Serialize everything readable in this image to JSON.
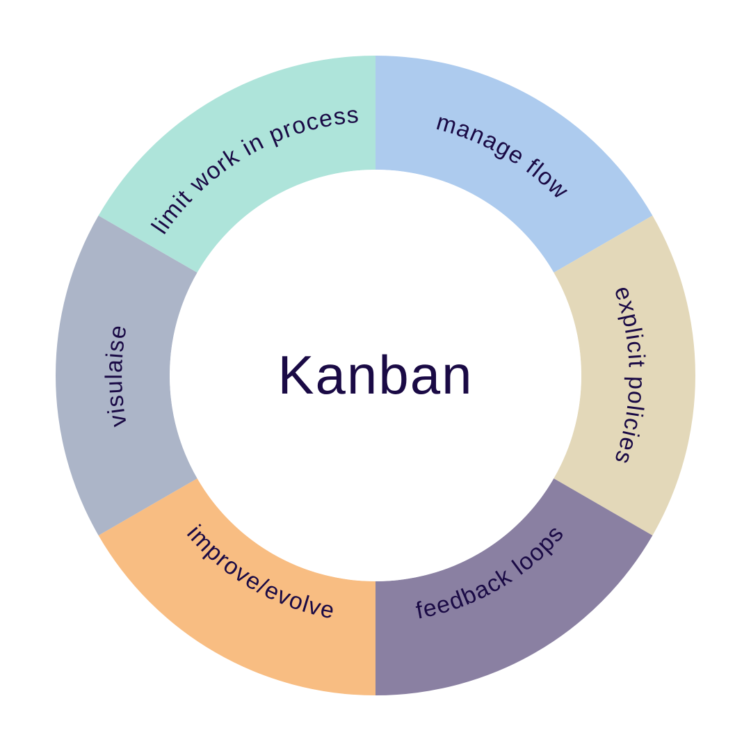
{
  "center": {
    "title": "Kanban"
  },
  "segments": [
    {
      "label": "manage flow",
      "color": "#adcbee"
    },
    {
      "label": "explicit policies",
      "color": "#e3d8b9"
    },
    {
      "label": "feedback loops",
      "color": "#8a80a2"
    },
    {
      "label": "improve/evolve",
      "color": "#f8bd82"
    },
    {
      "label": "visulaise",
      "color": "#acb5c8"
    },
    {
      "label": "limit work in process",
      "color": "#aee4da"
    }
  ],
  "colors": {
    "text": "#1a0a45",
    "background": "#ffffff"
  }
}
